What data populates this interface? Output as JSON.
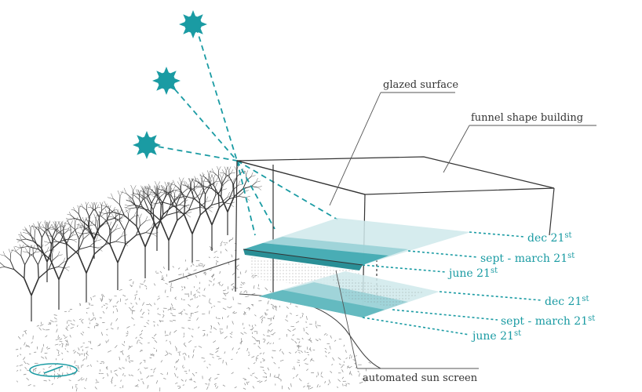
{
  "colors": {
    "accent": "#1a9ba3",
    "accent_light": "#bfe3e6",
    "ink": "#333333",
    "hatch": "#8a8a8a"
  },
  "labels": {
    "glazed_surface": "glazed surface",
    "funnel_shape_building": "funnel shape building",
    "automated_sun_screen": "automated sun screen"
  },
  "upper_levels": [
    {
      "text": "dec 21",
      "sup": "st"
    },
    {
      "text": "sept - march 21",
      "sup": "st"
    },
    {
      "text": "june 21",
      "sup": "st"
    }
  ],
  "lower_levels": [
    {
      "text": "dec 21",
      "sup": "st"
    },
    {
      "text": "sept - march 21",
      "sup": "st"
    },
    {
      "text": "june 21",
      "sup": "st"
    }
  ],
  "icons": {
    "sun": "sun-icon",
    "tree": "tree-icon",
    "compass": "compass-icon"
  }
}
